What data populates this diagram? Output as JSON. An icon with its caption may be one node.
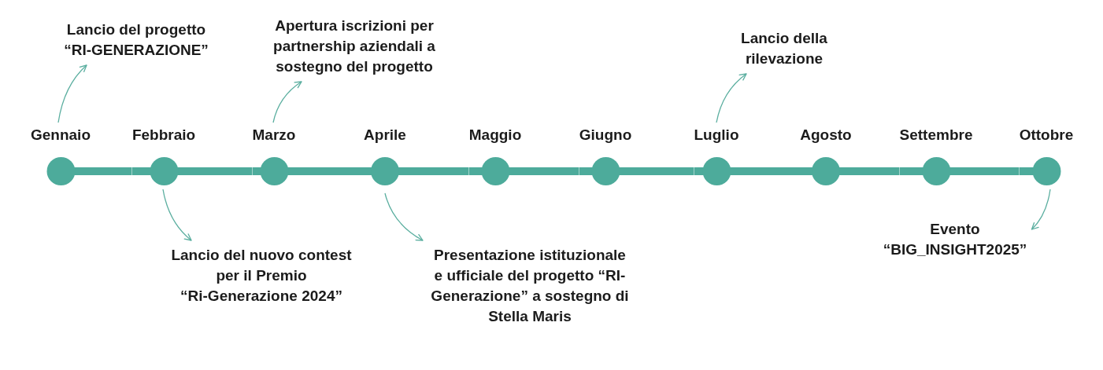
{
  "diagram": {
    "nodes": [
      {
        "text": [
          "Lancio del progetto “RI-GENERAZIONE”"
        ]
      },
      {
        "text": [
          "Apertura iscrizioni per partnership aziendali a sostegno del progetto"
        ]
      },
      {
        "text": [
          "Lancio della rilevazione"
        ]
      },
      {
        "text": [
          "Gennaio"
        ]
      },
      {
        "text": [
          "Febbraio"
        ]
      },
      {
        "text": [
          "Marzo"
        ]
      },
      {
        "text": [
          "Aprile"
        ]
      },
      {
        "text": [
          "Maggio"
        ]
      },
      {
        "text": [
          "Giugno"
        ]
      },
      {
        "text": [
          "Luglio"
        ]
      },
      {
        "text": [
          "Agosto"
        ]
      },
      {
        "text": [
          "Settembre"
        ]
      },
      {
        "text": [
          "Ottobre"
        ]
      },
      {
        "text": [
          "Lancio del nuovo contest per il Premio “Ri-Generazione 2024”"
        ]
      },
      {
        "text": [
          "Presentazione istituzionale e ufficiale del progetto “RI-Generazione” a sostegno di Stella Maris"
        ]
      },
      {
        "text": [
          "Evento “BIG_INSIGHT2025”"
        ]
      }
    ],
    "edges": [
      {
        "from": 3,
        "to": 4,
        "arrow": "none"
      },
      {
        "from": 4,
        "to": 5,
        "arrow": "none"
      },
      {
        "from": 5,
        "to": 6,
        "arrow": "none"
      },
      {
        "from": 6,
        "to": 7,
        "arrow": "none"
      },
      {
        "from": 7,
        "to": 8,
        "arrow": "none"
      },
      {
        "from": 8,
        "to": 9,
        "arrow": "none"
      },
      {
        "from": 9,
        "to": 10,
        "arrow": "none"
      },
      {
        "from": 10,
        "to": 11,
        "arrow": "none"
      },
      {
        "from": 11,
        "to": 12,
        "arrow": "none"
      },
      {
        "from": 3,
        "to": 0,
        "arrow": "to"
      },
      {
        "from": 4,
        "to": 13,
        "arrow": "to"
      },
      {
        "from": 5,
        "to": 1,
        "arrow": "to"
      },
      {
        "from": 6,
        "to": 14,
        "arrow": "to"
      },
      {
        "from": 9,
        "to": 2,
        "arrow": "to"
      },
      {
        "from": 12,
        "to": 15,
        "arrow": "to"
      }
    ]
  }
}
